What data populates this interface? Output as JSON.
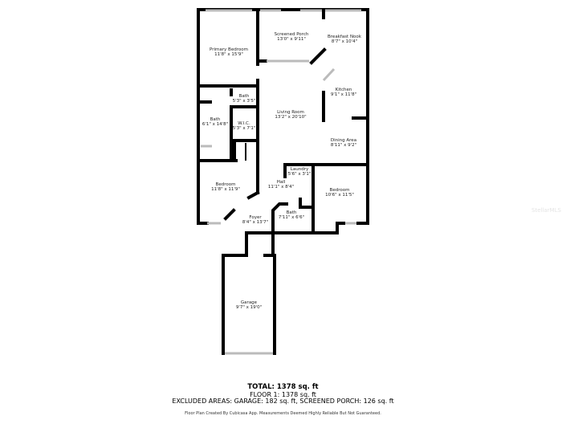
{
  "rooms": [
    {
      "name": "Primary Bedroom",
      "size": "11'8\" x 15'9\""
    },
    {
      "name": "Screened Porch",
      "size": "13'0\" x 9'11\""
    },
    {
      "name": "Breakfast Nook",
      "size": "8'7\" x 10'4\""
    },
    {
      "name": "Kitchen",
      "size": "9'1\" x 11'8\""
    },
    {
      "name": "Bath",
      "size": "5'3\" x 3'5\""
    },
    {
      "name": "Living Room",
      "size": "13'2\" x 20'10\""
    },
    {
      "name": "Bath",
      "size": "6'1\" x 14'8\""
    },
    {
      "name": "W.I.C.",
      "size": "5'3\" x 7'1\""
    },
    {
      "name": "Dining Area",
      "size": "8'11\" x 9'2\""
    },
    {
      "name": "Laundry",
      "size": "5'6\" x 3'1\""
    },
    {
      "name": "Bedroom",
      "size": "11'8\" x 11'9\""
    },
    {
      "name": "Hall",
      "size": "11'1\" x 8'4\""
    },
    {
      "name": "Bedroom",
      "size": "10'6\" x 11'5\""
    },
    {
      "name": "Bath",
      "size": "7'11\" x 6'6\""
    },
    {
      "name": "Foyer",
      "size": "8'4\" x 13'7\""
    },
    {
      "name": "Garage",
      "size": "9'7\" x 19'0\""
    }
  ],
  "summary": {
    "total": "TOTAL: 1378 sq. ft",
    "floor": "FLOOR 1: 1378 sq. ft",
    "excluded": "EXCLUDED AREAS: GARAGE: 182 sq. ft, SCREENED PORCH: 126 sq. ft",
    "credit": "Floor Plan Created By Cubicasa App. Measurements Deemed Highly Reliable But Not Guaranteed."
  },
  "watermark": "StellarMLS"
}
